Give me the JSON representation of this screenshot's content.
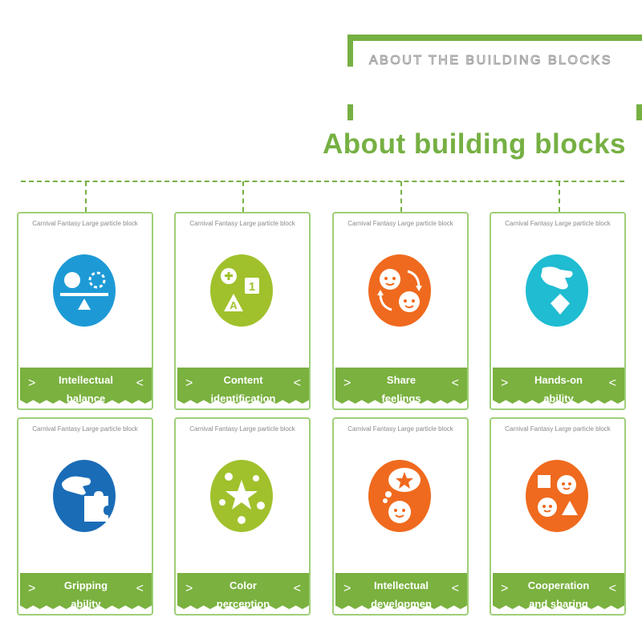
{
  "header": {
    "subtitle": "ABOUT THE BUILDING BLOCKS",
    "title": "About building blocks"
  },
  "colors": {
    "green": "#76b043",
    "blue": "#1d9ad6",
    "lime": "#a0c12c",
    "orange": "#ef6a1e",
    "cyan": "#1fbcd2",
    "navy": "#1a6cb7"
  },
  "cards": [
    {
      "caption": "Carnival Fantasy Large particle block",
      "line1": "Intellectual",
      "line2": "balance",
      "icon": "balance-icon"
    },
    {
      "caption": "Carnival Fantasy Large particle block",
      "line1": "Content",
      "line2": "identification",
      "icon": "content-identification-icon"
    },
    {
      "caption": "Carnival Fantasy Large particle block",
      "line1": "Share",
      "line2": "feelings",
      "icon": "share-feelings-icon"
    },
    {
      "caption": "Carnival Fantasy Large particle block",
      "line1": "Hands-on",
      "line2": "ability",
      "icon": "hands-on-icon"
    },
    {
      "caption": "Carnival Fantasy Large particle block",
      "line1": "Gripping",
      "line2": "ability",
      "icon": "gripping-icon"
    },
    {
      "caption": "Carnival Fantasy Large particle block",
      "line1": "Color",
      "line2": "perception",
      "icon": "color-perception-icon"
    },
    {
      "caption": "Carnival Fantasy Large particle block",
      "line1": "Intellectual",
      "line2": "developmen",
      "icon": "intellectual-development-icon"
    },
    {
      "caption": "Carnival Fantasy Large particle block",
      "line1": "Cooperation",
      "line2": "and sharing",
      "icon": "cooperation-icon"
    }
  ],
  "arrows": {
    "left": ">",
    "right": "<"
  }
}
